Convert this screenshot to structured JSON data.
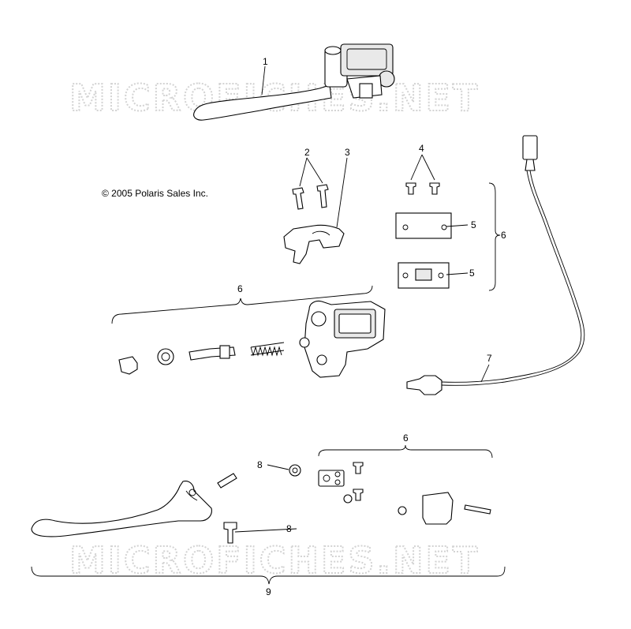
{
  "copyright": "© 2005 Polaris Sales Inc.",
  "watermark": "MICROFICHES.NET",
  "callouts": {
    "c1": "1",
    "c2": "2",
    "c3": "3",
    "c4": "4",
    "c5a": "5",
    "c5b": "5",
    "c6a": "6",
    "c6b": "6",
    "c6c": "6",
    "c7": "7",
    "c8a": "8",
    "c8b": "8",
    "c9": "9"
  }
}
